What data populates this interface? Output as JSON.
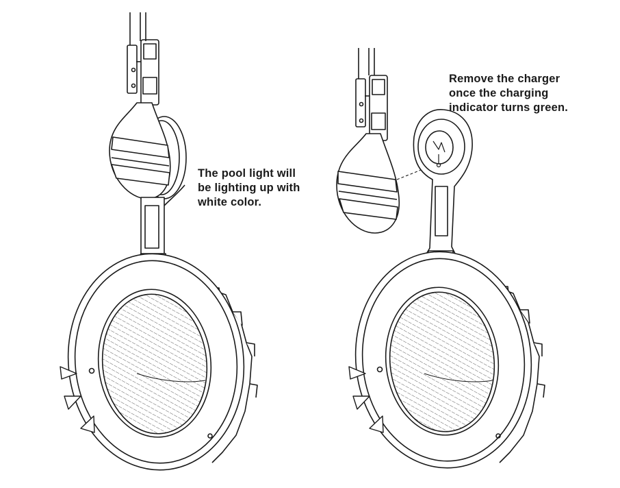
{
  "captions": {
    "left": [
      "The pool light will",
      "be lighting up with",
      "white color."
    ],
    "right": [
      "Remove the charger",
      "once the charging",
      "indicator turns green."
    ]
  },
  "icons": {
    "charger_indicator": "charging-indicator-icon",
    "light_rays": "light-ray-triangle-icon"
  },
  "colors": {
    "line": "#1a1a1a",
    "background": "#ffffff"
  }
}
